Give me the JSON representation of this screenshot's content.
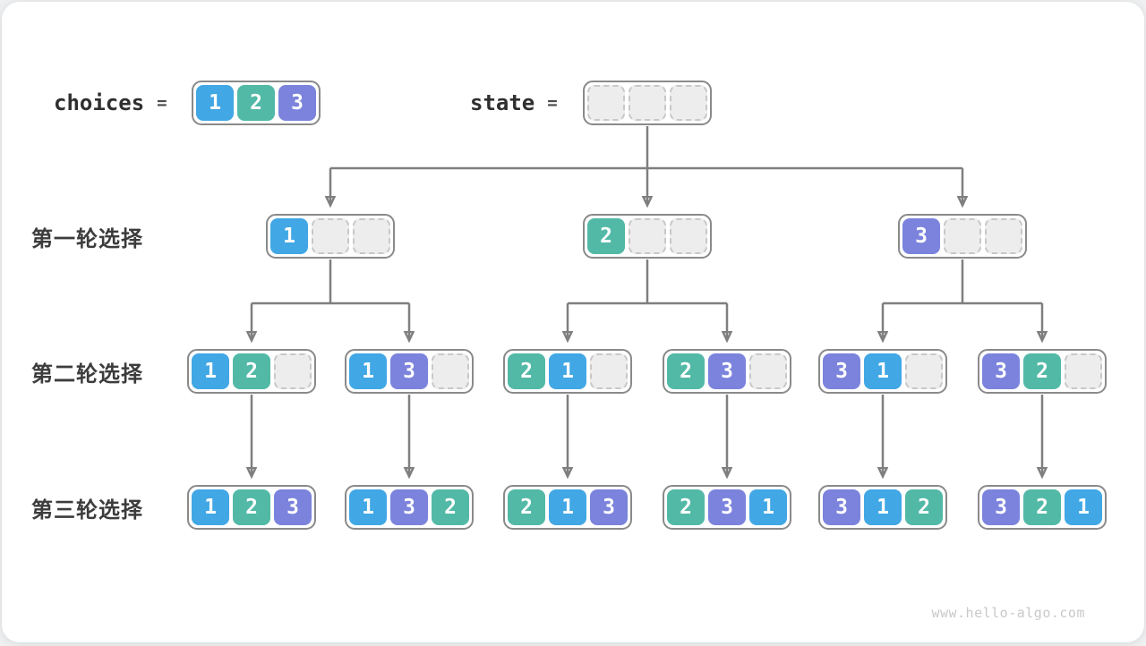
{
  "header": {
    "choices_label": "choices",
    "state_label": "state",
    "equals": "=",
    "choices_cells": [
      "1",
      "2",
      "3"
    ],
    "state_cells": [
      "",
      "",
      ""
    ]
  },
  "rows": [
    {
      "label": "第一轮选择",
      "boxes": [
        [
          "1",
          "",
          ""
        ],
        [
          "2",
          "",
          ""
        ],
        [
          "3",
          "",
          ""
        ]
      ]
    },
    {
      "label": "第二轮选择",
      "boxes": [
        [
          "1",
          "2",
          ""
        ],
        [
          "1",
          "3",
          ""
        ],
        [
          "2",
          "1",
          ""
        ],
        [
          "2",
          "3",
          ""
        ],
        [
          "3",
          "1",
          ""
        ],
        [
          "3",
          "2",
          ""
        ]
      ]
    },
    {
      "label": "第三轮选择",
      "boxes": [
        [
          "1",
          "2",
          "3"
        ],
        [
          "1",
          "3",
          "2"
        ],
        [
          "2",
          "1",
          "3"
        ],
        [
          "2",
          "3",
          "1"
        ],
        [
          "3",
          "1",
          "2"
        ],
        [
          "3",
          "2",
          "1"
        ]
      ]
    }
  ],
  "colors": {
    "1": "#41a7e5",
    "2": "#52b9a7",
    "3": "#7b83dc",
    "empty_fill": "#ededed",
    "empty_border": "#c8c8c8",
    "container_border": "#8a8a8a",
    "arrow": "#7f7f7f"
  },
  "watermark": "www.hello-algo.com"
}
